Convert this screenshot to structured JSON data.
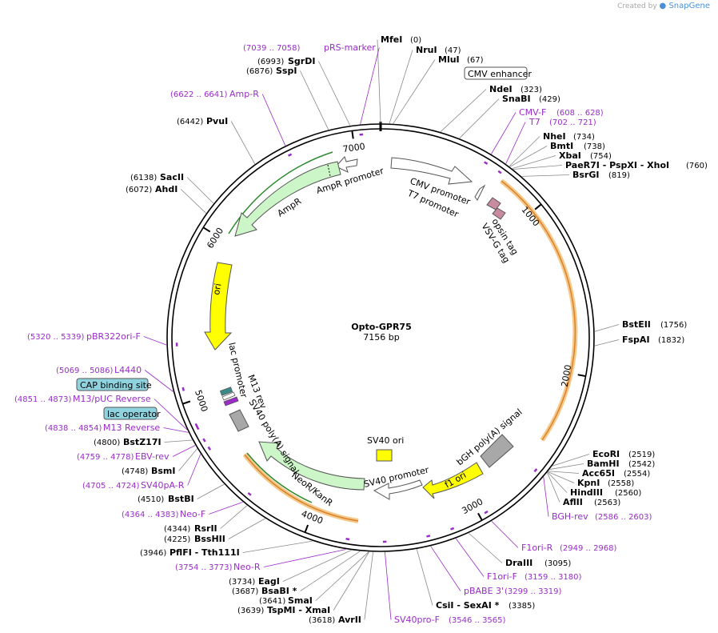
{
  "brand": {
    "created_by": "Created by",
    "product": "SnapGene"
  },
  "plasmid": {
    "name": "Opto-GPR75",
    "size": "7156 bp",
    "length": 7156
  },
  "ticks": [
    1000,
    2000,
    3000,
    4000,
    5000,
    6000,
    7000
  ],
  "sites": [
    {
      "name": "MfeI",
      "pos": "(0)",
      "bp": 0
    },
    {
      "name": "NruI",
      "pos": "(47)",
      "bp": 47
    },
    {
      "name": "MluI",
      "pos": "(67)",
      "bp": 67
    },
    {
      "name": "NdeI",
      "pos": "(323)",
      "bp": 323
    },
    {
      "name": "SnaBI",
      "pos": "(429)",
      "bp": 429
    },
    {
      "name": "NheI",
      "pos": "(734)",
      "bp": 734
    },
    {
      "name": "BmtI",
      "pos": "(738)",
      "bp": 738
    },
    {
      "name": "XbaI",
      "pos": "(754)",
      "bp": 754
    },
    {
      "name": "PaeR7I - PspXI - XhoI",
      "pos": "(760)",
      "bp": 760
    },
    {
      "name": "BsrGI",
      "pos": "(819)",
      "bp": 819
    },
    {
      "name": "BstEII",
      "pos": "(1756)",
      "bp": 1756
    },
    {
      "name": "FspAI",
      "pos": "(1832)",
      "bp": 1832
    },
    {
      "name": "EcoRI",
      "pos": "(2519)",
      "bp": 2519
    },
    {
      "name": "BamHI",
      "pos": "(2542)",
      "bp": 2542
    },
    {
      "name": "Acc65I",
      "pos": "(2554)",
      "bp": 2554
    },
    {
      "name": "KpnI",
      "pos": "(2558)",
      "bp": 2558
    },
    {
      "name": "HindIII",
      "pos": "(2560)",
      "bp": 2560
    },
    {
      "name": "AflII",
      "pos": "(2563)",
      "bp": 2563
    },
    {
      "name": "DraIII",
      "pos": "(3095)",
      "bp": 3095
    },
    {
      "name": "CsiI - SexAI *",
      "pos": "(3385)",
      "bp": 3385
    },
    {
      "name": "AvrII",
      "pos": "(3618)",
      "bp": 3618
    },
    {
      "name": "TspMI - XmaI",
      "pos": "(3639)",
      "bp": 3639
    },
    {
      "name": "SmaI",
      "pos": "(3641)",
      "bp": 3641
    },
    {
      "name": "BsaBI *",
      "pos": "(3687)",
      "bp": 3687
    },
    {
      "name": "EagI",
      "pos": "(3734)",
      "bp": 3734
    },
    {
      "name": "PflFI - Tth111I",
      "pos": "(3946)",
      "bp": 3946
    },
    {
      "name": "BssHII",
      "pos": "(4225)",
      "bp": 4225
    },
    {
      "name": "RsrII",
      "pos": "(4344)",
      "bp": 4344
    },
    {
      "name": "BstBI",
      "pos": "(4510)",
      "bp": 4510
    },
    {
      "name": "BsmI",
      "pos": "(4748)",
      "bp": 4748
    },
    {
      "name": "BstZ17I",
      "pos": "(4800)",
      "bp": 4800
    },
    {
      "name": "AhdI",
      "pos": "(6072)",
      "bp": 6072
    },
    {
      "name": "SacII",
      "pos": "(6138)",
      "bp": 6138
    },
    {
      "name": "PvuI",
      "pos": "(6442)",
      "bp": 6442
    },
    {
      "name": "SspI",
      "pos": "(6876)",
      "bp": 6876
    },
    {
      "name": "SgrDI",
      "pos": "(6993)",
      "bp": 6993
    }
  ],
  "primers": [
    {
      "name": "pRS-marker",
      "range": "(7039 .. 7058)",
      "bp": 7048
    },
    {
      "name": "Amp-R",
      "range": "(6622 .. 6641)",
      "bp": 6631
    },
    {
      "name": "CMV-F",
      "range": "(608 .. 628)",
      "bp": 618
    },
    {
      "name": "T7",
      "range": "(702 .. 721)",
      "bp": 711
    },
    {
      "name": "pBR322ori-F",
      "range": "(5320 .. 5339)",
      "bp": 5329
    },
    {
      "name": "L4440",
      "range": "(5069 .. 5086)",
      "bp": 5077
    },
    {
      "name": "M13/pUC Reverse",
      "range": "(4851 .. 4873)",
      "bp": 4862
    },
    {
      "name": "M13 Reverse",
      "range": "(4838 .. 4854)",
      "bp": 4846
    },
    {
      "name": "EBV-rev",
      "range": "(4759 .. 4778)",
      "bp": 4768
    },
    {
      "name": "SV40pA-R",
      "range": "(4705 .. 4724)",
      "bp": 4714
    },
    {
      "name": "Neo-F",
      "range": "(4364 .. 4383)",
      "bp": 4373
    },
    {
      "name": "Neo-R",
      "range": "(3754 .. 3773)",
      "bp": 3763
    },
    {
      "name": "SV40pro-F",
      "range": "(3546 .. 3565)",
      "bp": 3555
    },
    {
      "name": "pBABE 3'",
      "range": "(3299 .. 3319)",
      "bp": 3309
    },
    {
      "name": "F1ori-F",
      "range": "(3159 .. 3180)",
      "bp": 3169
    },
    {
      "name": "F1ori-R",
      "range": "(2949 .. 2968)",
      "bp": 2958
    },
    {
      "name": "BGH-rev",
      "range": "(2586 .. 2603)",
      "bp": 2594
    }
  ],
  "boxed_labels": [
    {
      "name": "CMV enhancer"
    },
    {
      "name": "CAP binding site"
    },
    {
      "name": "lac operator"
    }
  ],
  "features": [
    {
      "name": "CMV promoter",
      "color": "#ffffff"
    },
    {
      "name": "T7 promoter",
      "color": "#ffffff"
    },
    {
      "name": "opsin tag",
      "color": "#c98ba0"
    },
    {
      "name": "VSV-G tag",
      "color": "#c98ba0"
    },
    {
      "name": "AmpR promoter",
      "color": "#ffffff"
    },
    {
      "name": "AmpR",
      "color": "#ccf5c8"
    },
    {
      "name": "ori",
      "color": "#ffff00"
    },
    {
      "name": "lac promoter",
      "color": "#ffffff"
    },
    {
      "name": "M13 rev",
      "color": "#ffffff"
    },
    {
      "name": "SV40 poly(A) signal",
      "color": "#a8a8a8"
    },
    {
      "name": "NeoR/KanR",
      "color": "#ccf5c8"
    },
    {
      "name": "SV40 promoter",
      "color": "#ffffff"
    },
    {
      "name": "SV40 ori",
      "color": "#ffff00"
    },
    {
      "name": "f1 ori",
      "color": "#ffff00"
    },
    {
      "name": "bGH poly(A) signal",
      "color": "#a8a8a8"
    }
  ],
  "colors": {
    "backbone": "#000000",
    "primer": "#9a2cc9",
    "orf_highlight": "#f5c98a",
    "gene_fill": "#ccf5c8",
    "gene_outline": "#2d8a2d"
  }
}
